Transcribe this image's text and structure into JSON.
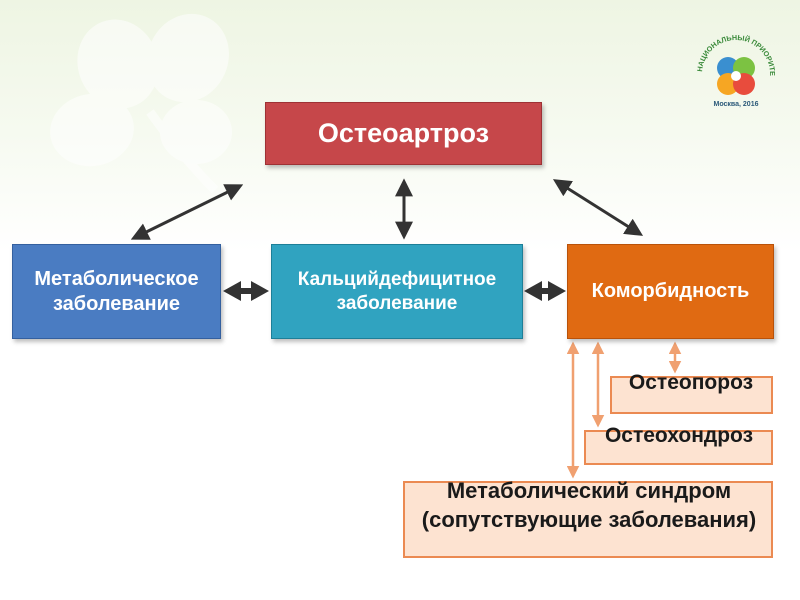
{
  "diagram": {
    "center_top": {
      "label": "Остеоартроз",
      "color": "#c6474a"
    },
    "left": {
      "label": "Метаболическое заболевание",
      "color": "#4a7cc2"
    },
    "middle": {
      "label": "Кальцийдефицитное заболевание",
      "color": "#30a3c0"
    },
    "right": {
      "label": "Коморбидность",
      "color": "#e06a12"
    },
    "comorbidities": [
      {
        "label": "Остеопороз"
      },
      {
        "label": "Остеохондроз"
      },
      {
        "label": "Метаболический синдром (сопутствующие заболевания)"
      }
    ],
    "arrow_color_main": "#333333",
    "arrow_color_sub": "#f0a070",
    "sub_fill": "#fde3d1",
    "sub_border": "#eb8a52"
  },
  "logo": {
    "text": "НАЦИОНАЛЬНЫЙ ПРИОРИТЕТ – ЗДОРОВЬЕ!",
    "caption": "Москва, 2016",
    "icon": "four-leaf-clover-icon"
  }
}
